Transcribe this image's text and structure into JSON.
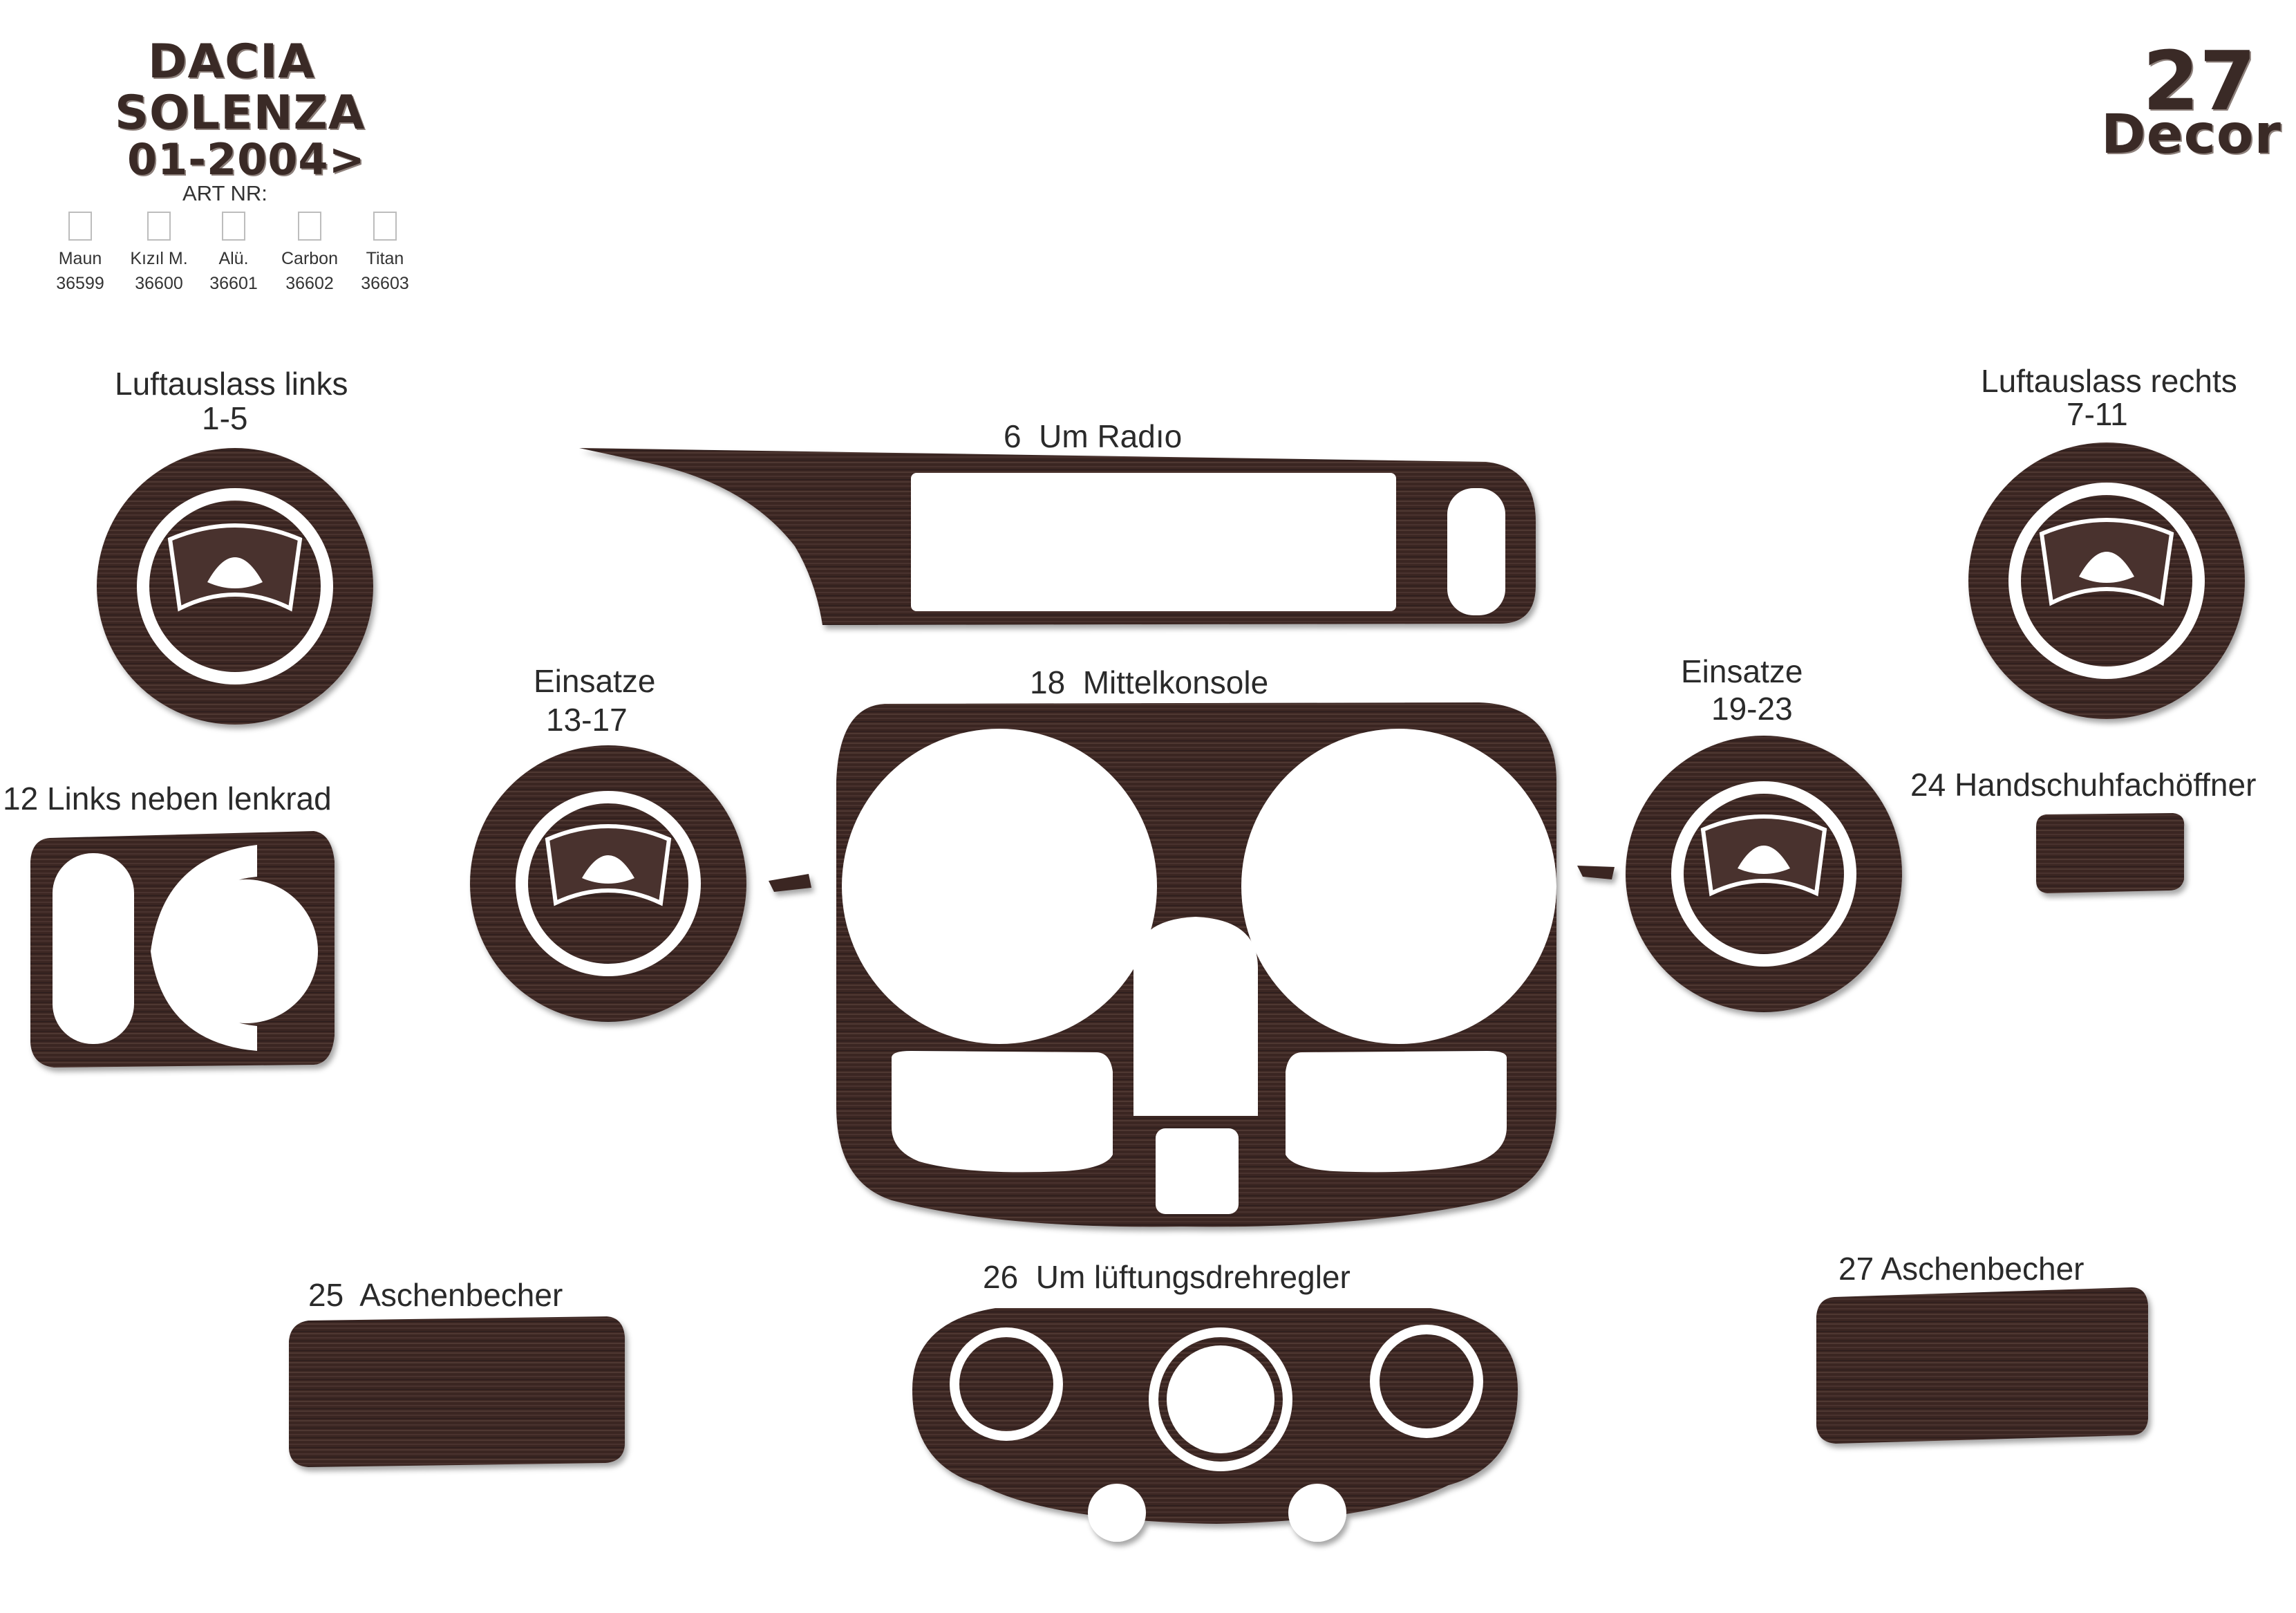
{
  "header": {
    "brand_line1": "DACIA",
    "brand_line2": "SOLENZA",
    "brand_line3": "01-2004>",
    "art_nr_label": "ART NR:",
    "set_number": "27",
    "set_label": "Decor"
  },
  "variants": [
    {
      "name": "Maun",
      "code": "36599"
    },
    {
      "name": "Kızıl M.",
      "code": "36600"
    },
    {
      "name": "Alü.",
      "code": "36601"
    },
    {
      "name": "Carbon",
      "code": "36602"
    },
    {
      "name": "Titan",
      "code": "36603"
    }
  ],
  "parts": {
    "vent_left": {
      "title": "Luftauslass links",
      "range": "1-5"
    },
    "radio": {
      "label": "6  Um Radıo"
    },
    "vent_right": {
      "title": "Luftauslass rechts",
      "range": "7-11"
    },
    "insert_left": {
      "title": "Einsatze",
      "range": "13-17"
    },
    "console": {
      "label": "18  Mittelkonsole"
    },
    "insert_right": {
      "title": "Einsatze",
      "range": "19-23"
    },
    "left_wheel": {
      "label": "12 Links neben lenkrad"
    },
    "glovebox": {
      "label": "24 Handschuhfachöffner"
    },
    "ashtray_left": {
      "label": "25  Aschenbecher"
    },
    "fan_controls": {
      "label": "26  Um lüftungsdrehregler"
    },
    "ashtray_right": {
      "label": "27 Aschenbecher"
    }
  },
  "colors": {
    "wood_dark": "#3b2724",
    "wood_mid": "#5a3e38",
    "wood_light": "#7a5a52",
    "brand_text": "#3a2a26"
  }
}
